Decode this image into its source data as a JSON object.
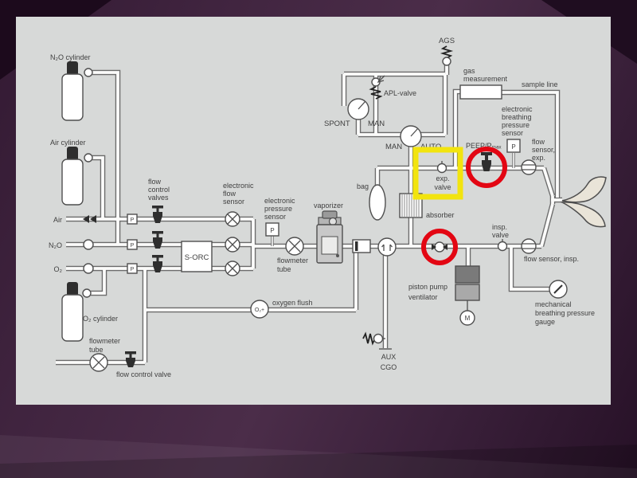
{
  "slide": {
    "background_color": "#3a203a",
    "corner_shadow_color": "#1c0a1c"
  },
  "diagram": {
    "colors": {
      "background": "#d7d9d8",
      "ink": "#4f4f4f",
      "pipe_fill": "#fbfbfa",
      "vaporizer_fill": "#c8c8c8",
      "piston_dark": "#7a7a7a",
      "piston_light": "#a9a9a9",
      "lungs_fill": "#e9e4d8",
      "highlight_red": "#e30613",
      "highlight_yellow": "#f2e40e"
    },
    "highlights": {
      "yellow_box": {
        "color": "#f2e40e",
        "around": "exp. valve"
      },
      "red_circle_1": {
        "color": "#e30613",
        "around": "PEEP/Pmax valve"
      },
      "red_circle_2": {
        "color": "#e30613",
        "around": "valve on ventilator line"
      }
    },
    "labels": {
      "n2o_cylinder": "N₂O cylinder",
      "air_cylinder": "Air cylinder",
      "o2_cylinder": "O₂ cylinder",
      "flowmeter_tube_aux": [
        "flowmeter",
        "tube"
      ],
      "flow_control_valve_aux": "flow control valve",
      "gas_air": "Air",
      "gas_n2o": "N₂O",
      "gas_o2": "O₂",
      "flow_control_valves": [
        "flow",
        "control",
        "valves"
      ],
      "electronic_flow_sensor": [
        "electronic",
        "flow",
        "sensor"
      ],
      "sorc": "S-ORC",
      "electronic_pressure_sensor": [
        "electronic",
        "pressure",
        "sensor"
      ],
      "flowmeter_tube": [
        "flowmeter",
        "tube"
      ],
      "vaporizer": "vaporizer",
      "oxygen_flush": "oxygen flush",
      "aux_cgo": [
        "AUX",
        "CGO"
      ],
      "spont": "SPONT",
      "man_spont": "MAN",
      "man_auto": "MAN",
      "auto": "AUTO",
      "apl_valve": "APL-valve",
      "ags": "AGS",
      "bag": "bag",
      "absorber": "absorber",
      "exp_valve": [
        "exp.",
        "valve"
      ],
      "peep_pmax": "PEEP/Pₘₐₓ",
      "gas_measurement": [
        "gas",
        "measurement"
      ],
      "sample_line": "sample line",
      "electronic_breathing_pressure_sensor": [
        "electronic",
        "breathing",
        "pressure",
        "sensor"
      ],
      "flow_sensor_exp": [
        "flow",
        "sensor,",
        "exp."
      ],
      "insp_valve": [
        "insp.",
        "valve"
      ],
      "flow_sensor_insp": "flow sensor, insp.",
      "piston_pump_ventilator": [
        "piston pump",
        "ventilator"
      ],
      "mechanical_gauge": [
        "mechanical",
        "breathing pressure",
        "gauge"
      ],
      "motor": "M",
      "pressure_sensor_p": "P",
      "o2_flush_button": "O₂+"
    }
  }
}
